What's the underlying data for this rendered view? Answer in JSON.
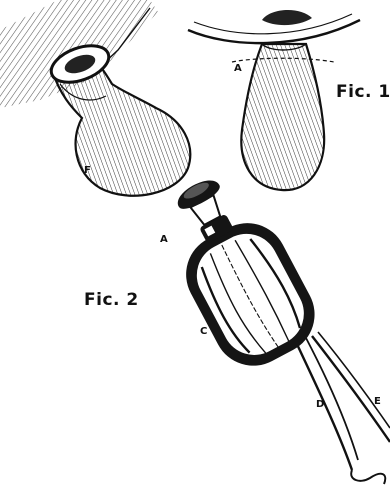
{
  "figures": {
    "fig1": {
      "caption": "Fic. 1",
      "labels": {
        "a": "A",
        "f": "F"
      }
    },
    "fig2": {
      "caption": "Fic. 2",
      "labels": {
        "a": "A",
        "c": "C",
        "d": "D",
        "e": "E"
      }
    }
  },
  "colors": {
    "ink": "#111111",
    "paper": "#ffffff"
  }
}
